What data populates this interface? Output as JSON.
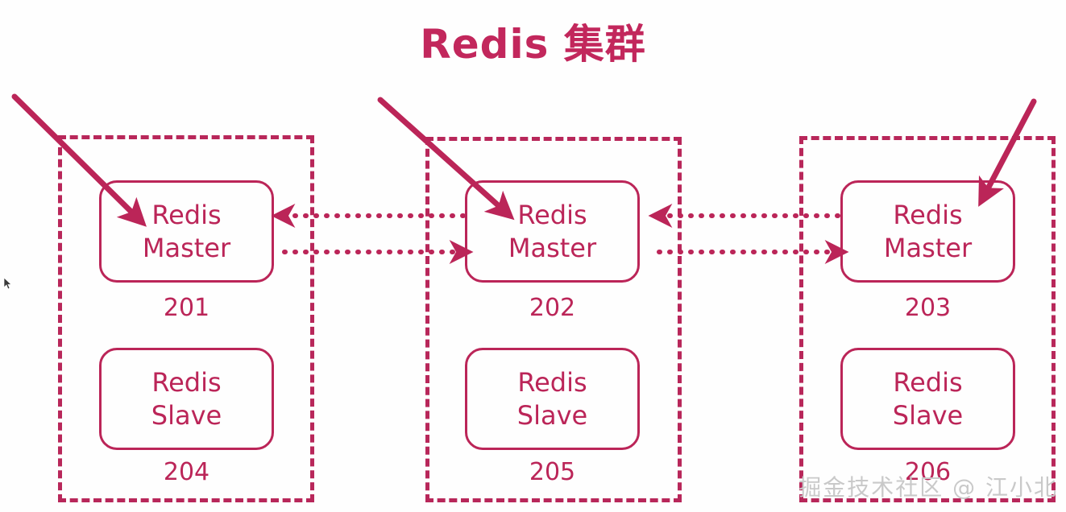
{
  "page": {
    "title": "Redis 集群",
    "background_color": "#fefefe",
    "accent_color": "#bb2558",
    "title_color": "#c2275c"
  },
  "watermark": {
    "text": "掘金技术社区 @ 江小北",
    "color": "#c9c9c9"
  },
  "clusters": [
    {
      "id": "cluster-1",
      "master": {
        "label": "Redis\nMaster",
        "number": "201"
      },
      "slave": {
        "label": "Redis\nSlave",
        "number": "204"
      }
    },
    {
      "id": "cluster-2",
      "master": {
        "label": "Redis\nMaster",
        "number": "202"
      },
      "slave": {
        "label": "Redis\nSlave",
        "number": "205"
      }
    },
    {
      "id": "cluster-3",
      "master": {
        "label": "Redis\nMaster",
        "number": "203"
      },
      "slave": {
        "label": "Redis\nSlave",
        "number": "206"
      }
    }
  ],
  "connectors": {
    "gossip_left_arrow": "dotted-arrow-left",
    "gossip_right_arrow": "dotted-arrow-right",
    "incoming_arrow": "solid-arrow-diagonal"
  }
}
